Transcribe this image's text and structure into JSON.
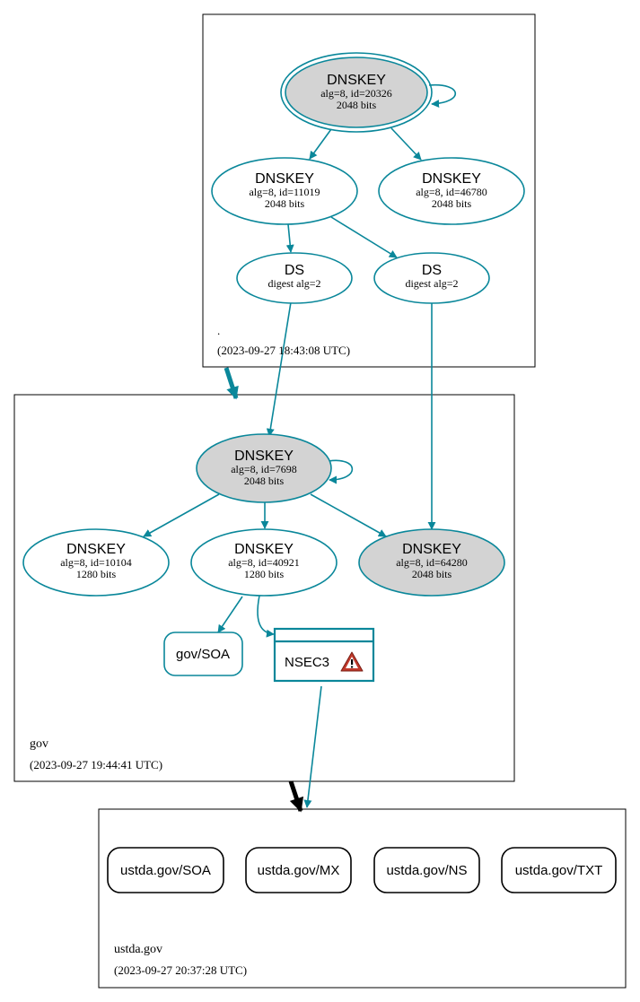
{
  "colors": {
    "edge": "#0a879a",
    "ksk_fill": "#d3d3d3",
    "zone_border": "#000000",
    "delegation_arrow": "#000000",
    "warning_red": "#c0392b"
  },
  "zones": {
    "root": {
      "name": ".",
      "timestamp": "(2023-09-27 18:43:08 UTC)"
    },
    "gov": {
      "name": "gov",
      "timestamp": "(2023-09-27 19:44:41 UTC)"
    },
    "ustda": {
      "name": "ustda.gov",
      "timestamp": "(2023-09-27 20:37:28 UTC)"
    }
  },
  "nodes": {
    "root_ksk": {
      "title": "DNSKEY",
      "line1": "alg=8, id=20326",
      "line2": "2048 bits"
    },
    "root_zsk1": {
      "title": "DNSKEY",
      "line1": "alg=8, id=11019",
      "line2": "2048 bits"
    },
    "root_zsk2": {
      "title": "DNSKEY",
      "line1": "alg=8, id=46780",
      "line2": "2048 bits"
    },
    "ds1": {
      "title": "DS",
      "line1": "digest alg=2"
    },
    "ds2": {
      "title": "DS",
      "line1": "digest alg=2"
    },
    "gov_ksk": {
      "title": "DNSKEY",
      "line1": "alg=8, id=7698",
      "line2": "2048 bits"
    },
    "gov_zsk1": {
      "title": "DNSKEY",
      "line1": "alg=8, id=10104",
      "line2": "1280 bits"
    },
    "gov_zsk2": {
      "title": "DNSKEY",
      "line1": "alg=8, id=40921",
      "line2": "1280 bits"
    },
    "gov_ksk2": {
      "title": "DNSKEY",
      "line1": "alg=8, id=64280",
      "line2": "2048 bits"
    },
    "gov_soa": {
      "label": "gov/SOA"
    },
    "nsec3": {
      "label": "NSEC3",
      "icon": "warning-icon"
    },
    "ustda_soa": {
      "label": "ustda.gov/SOA"
    },
    "ustda_mx": {
      "label": "ustda.gov/MX"
    },
    "ustda_ns": {
      "label": "ustda.gov/NS"
    },
    "ustda_txt": {
      "label": "ustda.gov/TXT"
    }
  }
}
